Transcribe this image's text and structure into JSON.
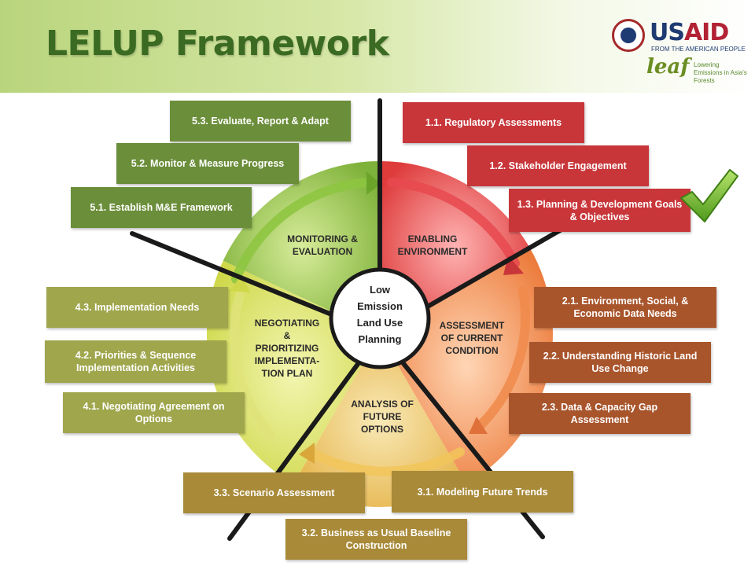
{
  "header": {
    "title": "LELUP Framework",
    "usaid_logo": "USAID",
    "usaid_tagline": "FROM THE AMERICAN PEOPLE",
    "leaf_logo": "leaf",
    "leaf_tagline": "Lowering Emissions in Asia's Forests"
  },
  "colors": {
    "title": "#3b6b23",
    "monitoring": "#6b8e3a",
    "enabling": "#c8363a",
    "assessment": "#a8552c",
    "negotiating": "#9fa64c",
    "analysis": "#a98a39"
  },
  "center": [
    "Low",
    "Emission",
    "Land Use",
    "Planning"
  ],
  "segments": {
    "monitoring": [
      "MONITORING &",
      "EVALUATION"
    ],
    "enabling": [
      "ENABLING",
      "ENVIRONMENT"
    ],
    "assessment": [
      "ASSESSMENT",
      "OF CURRENT",
      "CONDITION"
    ],
    "analysis": [
      "ANALYSIS OF",
      "FUTURE",
      "OPTIONS"
    ],
    "negotiating": [
      "NEGOTIATING",
      "&",
      "PRIORITIZING",
      "IMPLEMENTA-",
      "TION PLAN"
    ]
  },
  "boxes": {
    "b53": "5.3.  Evaluate, Report & Adapt",
    "b52": "5.2.  Monitor & Measure Progress",
    "b51": "5.1.  Establish M&E Framework",
    "b11": "1.1.  Regulatory Assessments",
    "b12": "1.2.  Stakeholder Engagement",
    "b13": "1.3.  Planning & Development Goals & Objectives",
    "b21": "2.1.  Environment, Social, & Economic Data Needs",
    "b22": "2.2.  Understanding Historic Land Use Change",
    "b23": "2.3.  Data & Capacity Gap Assessment",
    "b43": "4.3.  Implementation Needs",
    "b42": "4.2.  Priorities & Sequence Implementation Activities",
    "b41": "4.1.  Negotiating Agreement on Options",
    "b33": "3.3.  Scenario Assessment",
    "b31": "3.1.  Modeling Future Trends",
    "b32": "3.2.  Business as Usual Baseline Construction"
  },
  "checkmark_icon": "green-checkmark-icon"
}
